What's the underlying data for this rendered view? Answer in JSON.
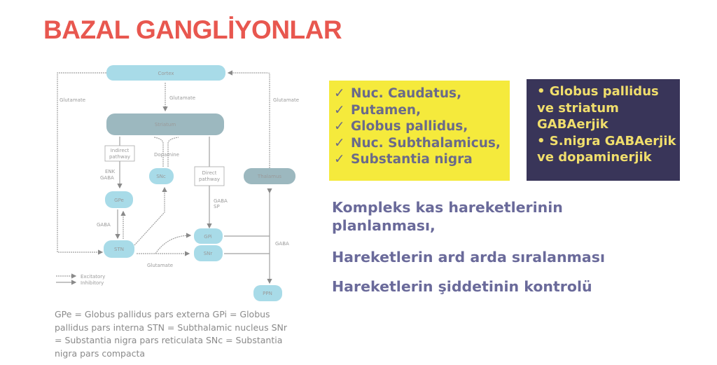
{
  "title": "BAZAL GANGLİYONLAR",
  "diagram": {
    "cortex": "Cortex",
    "striatum": "Striatum",
    "glutamate_left": "Glutamate",
    "glutamate_center": "Glutamate",
    "glutamate_right": "Glutamate",
    "glutamate_bottom": "Glutamate",
    "dopamine": "Dopamine",
    "indirect_pathway": [
      "Indirect",
      "pathway"
    ],
    "direct_pathway": [
      "Direct",
      "pathway"
    ],
    "enk_gaba": [
      "ENK",
      "GABA"
    ],
    "gaba_sp": [
      "GABA",
      "SP"
    ],
    "gaba_left": "GABA",
    "gaba_right": "GABA",
    "snc": "SNc",
    "gpe": "GPe",
    "stn": "STN",
    "gpi": "GPi",
    "snr": "SNr",
    "thalamus": "Thalamus",
    "bottom_node": "PPN",
    "legend_excitatory": "Excitatory",
    "legend_inhibitory": "Inhibitory"
  },
  "caption": "GPe = Globus pallidus pars externa GPi = Globus pallidus pars interna STN = Subthalamic nucleus SNr = Substantia nigra pars reticulata SNc = Substantia nigra pars compacta",
  "structures": {
    "check": "✓",
    "items": [
      "Nuc. Caudatus,",
      "Putamen,",
      "Globus pallidus,",
      "Nuc. Subthalamicus,",
      "Substantia nigra"
    ]
  },
  "neurotransmitters": {
    "lines": [
      "• Globus pallidus",
      "ve striatum",
      "GABAerjik",
      "• S.nigra GABAerjik",
      "ve dopaminerjik"
    ]
  },
  "functions": [
    "Kompleks kas hareketlerinin",
    "planlanması,",
    "Hareketlerin ard arda sıralanması",
    "Hareketlerin şiddetinin kontrolü"
  ],
  "colors": {
    "title": "#e8574f",
    "yellow_box": "#f5ea3c",
    "dark_box": "#393559",
    "body_text": "#6a6a9a",
    "node": "#a8dbe8"
  }
}
